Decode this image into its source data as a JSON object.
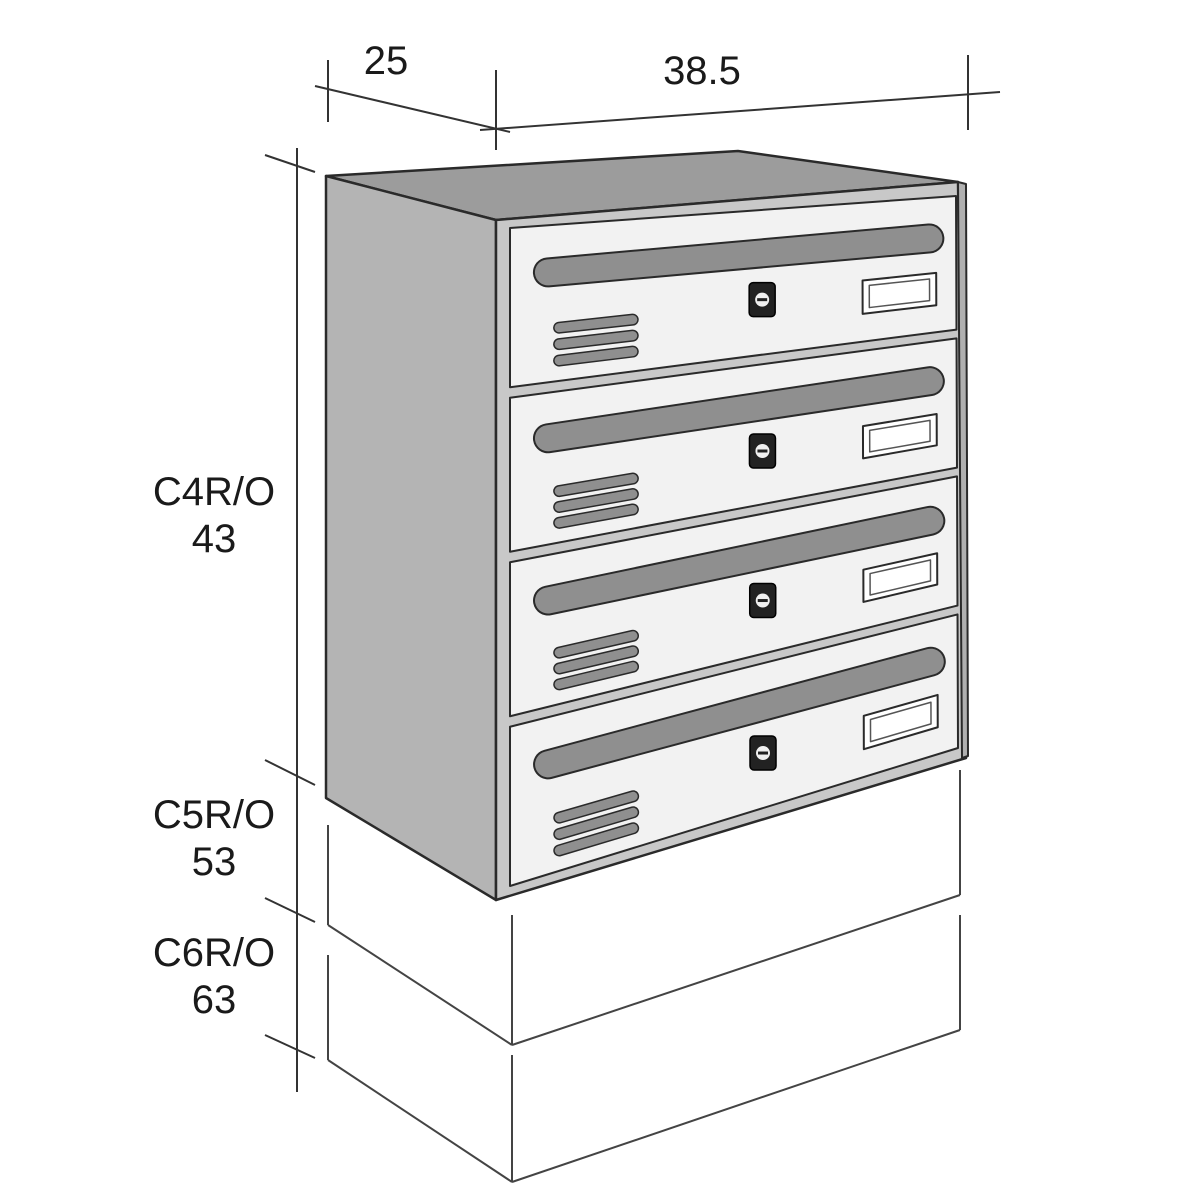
{
  "dimensions": {
    "depth": "25",
    "width": "38.5"
  },
  "heights": [
    {
      "model": "C4R/O",
      "value": "43"
    },
    {
      "model": "C5R/O",
      "value": "53"
    },
    {
      "model": "C6R/O",
      "value": "63"
    }
  ],
  "mailboxes": {
    "count": 4
  },
  "colors": {
    "side_panel": "#b4b4b4",
    "top_panel": "#9c9c9c",
    "door": "#f2f2f2",
    "slot": "#8f8f8f",
    "outline": "#2a2a2a"
  }
}
